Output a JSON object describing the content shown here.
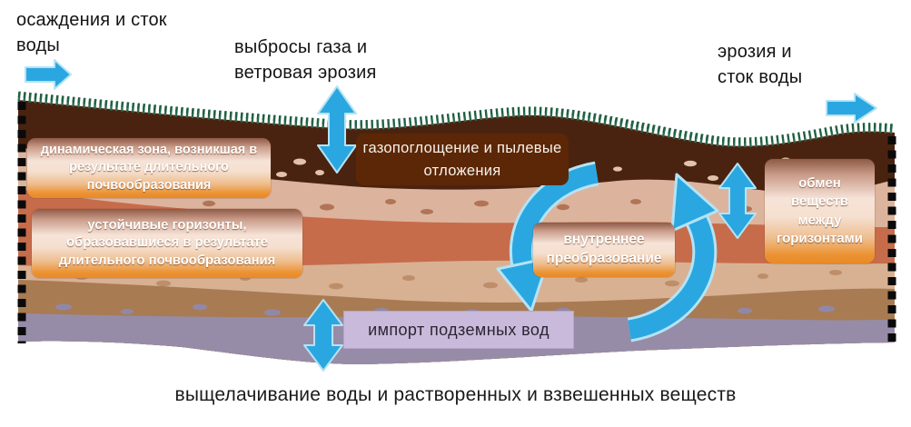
{
  "diagram": {
    "labels": {
      "precipitation_runoff": "осаждения и сток воды",
      "gas_emissions_wind_erosion": "выбросы газа и ветровая эрозия",
      "erosion_runoff": "эрозия и сток воды",
      "leaching": "выщелачивание воды и растворенных и взвешенных веществ"
    },
    "boxes": {
      "dynamic_zone": "динамическая зона, возникшая в результате длительного почвообразования",
      "stable_horizons": "устойчивые горизонты, образовавшиеся в результате длительного почвообразования",
      "gas_absorption_dust": "газопоглощение  и пылевые отложения",
      "internal_transformation": "внутреннее преобразование",
      "horizon_exchange": "обмен веществ между горизонтами",
      "groundwater_import": "импорт подземных вод"
    },
    "colors": {
      "arrow_blue": "#2AA7E0",
      "arrow_halo": "#B5E3F5",
      "topsoil_dark_brown": "#4A2310",
      "gas_box_brown": "#5C2706",
      "layer_pink_tan": "#DCB49D",
      "layer_terracotta": "#C76C4B",
      "layer_beige": "#D8B193",
      "layer_brown": "#A87B53",
      "layer_purple": "#968CA8",
      "grass_green": "#2C6B4E",
      "groundwater_box_bg": "#C9BADB",
      "box_gradient_top": "#8D5A46",
      "box_gradient_bottom": "#E88A26",
      "border_dash_black": "#0A0A0A"
    }
  }
}
